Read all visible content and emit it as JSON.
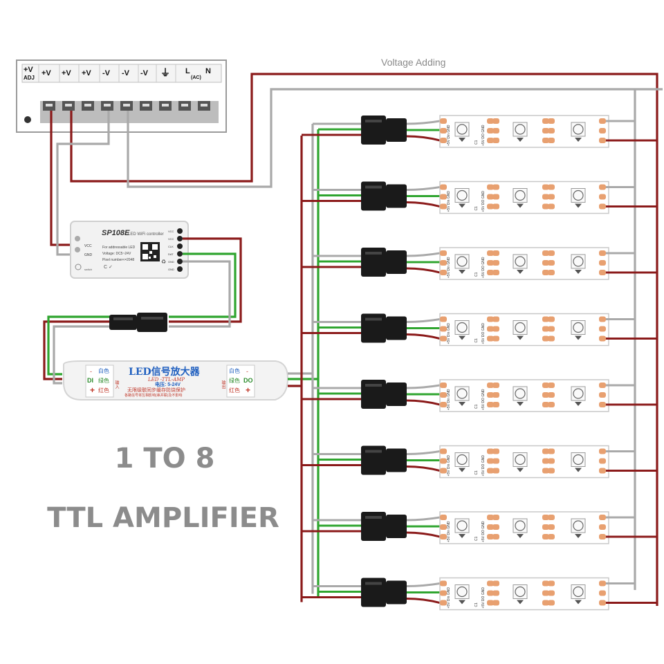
{
  "caption": {
    "line1": "1 TO 8",
    "line2": "TTL AMPLIFIER"
  },
  "voltage_adding": "Voltage Adding",
  "power_supply": {
    "labels": [
      "+V ADJ",
      "+V",
      "+V",
      "+V",
      "-V",
      "-V",
      "-V",
      "⏚",
      "L (AC) N"
    ],
    "adj_top": "+V",
    "adj_bottom": "ADJ",
    "ground_symbol": "⏚",
    "L": "L",
    "AC": "(AC)",
    "N": "N"
  },
  "controller": {
    "model": "SP108E",
    "subtitle": "LED WiFi controller",
    "vcc": "VCC",
    "gnd": "GND",
    "info1": "For addressable LED",
    "info2": "Voltage: DC5~24V",
    "info3": "Pixel number<=2048",
    "pins": [
      "VCC",
      "VCC",
      "CLK",
      "DAT",
      "GND",
      "GND"
    ],
    "button": "switch"
  },
  "amplifier": {
    "title": "LED信号放大器",
    "subtitle": "LED -TTL-AMP",
    "voltage": "电压: 5-24V",
    "note1": "无限级联同步缓存防烧保护",
    "note2": "各路信号将互相影响(串并联)及不影响",
    "left_labels": [
      "白色",
      "绿色",
      "红色"
    ],
    "left_pins": [
      "-",
      "DI",
      "+"
    ],
    "left_side": "输入",
    "right_labels": [
      "白色",
      "绿色",
      "红色"
    ],
    "right_pins": [
      "-",
      "DO",
      "+"
    ],
    "right_side": "输出"
  },
  "strip": {
    "pad_labels": [
      "+5V",
      "Din",
      "GND"
    ],
    "pad_labels_out": [
      "+5V",
      "DO",
      "GND"
    ],
    "cap": "C1",
    "count": 8
  },
  "colors": {
    "red_wire": "#8b1a1a",
    "green_wire": "#2fa52f",
    "grey_wire": "#a9a9a9",
    "connector": "#1a1a1a",
    "pad": "#e8a070",
    "caption": "#8c8c8c"
  }
}
